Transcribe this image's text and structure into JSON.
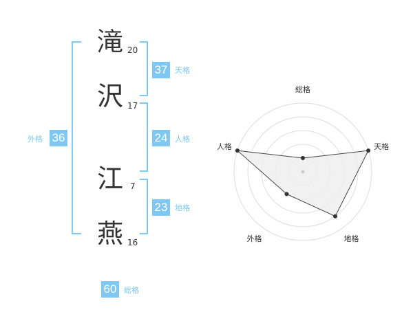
{
  "name": {
    "chars": [
      {
        "char": "滝",
        "strokes": "20"
      },
      {
        "char": "沢",
        "strokes": "17"
      },
      {
        "char": "江",
        "strokes": "7"
      },
      {
        "char": "燕",
        "strokes": "16"
      }
    ]
  },
  "kaku": {
    "tenkaku": {
      "value": "37",
      "label": "天格"
    },
    "jinkaku": {
      "value": "24",
      "label": "人格"
    },
    "chikaku": {
      "value": "23",
      "label": "地格"
    },
    "gaikaku": {
      "value": "36",
      "label": "外格"
    },
    "soukaku": {
      "value": "60",
      "label": "総格"
    }
  },
  "colors": {
    "accent": "#7ec8f3",
    "text": "#333333",
    "radar_fill": "#eeeeee",
    "grid": "#dddddd"
  },
  "chart_data": {
    "type": "radar",
    "axes": [
      "総格",
      "天格",
      "地格",
      "外格",
      "人格"
    ],
    "rings": 5,
    "max": 5,
    "values": [
      1,
      5,
      4,
      2,
      5
    ]
  }
}
